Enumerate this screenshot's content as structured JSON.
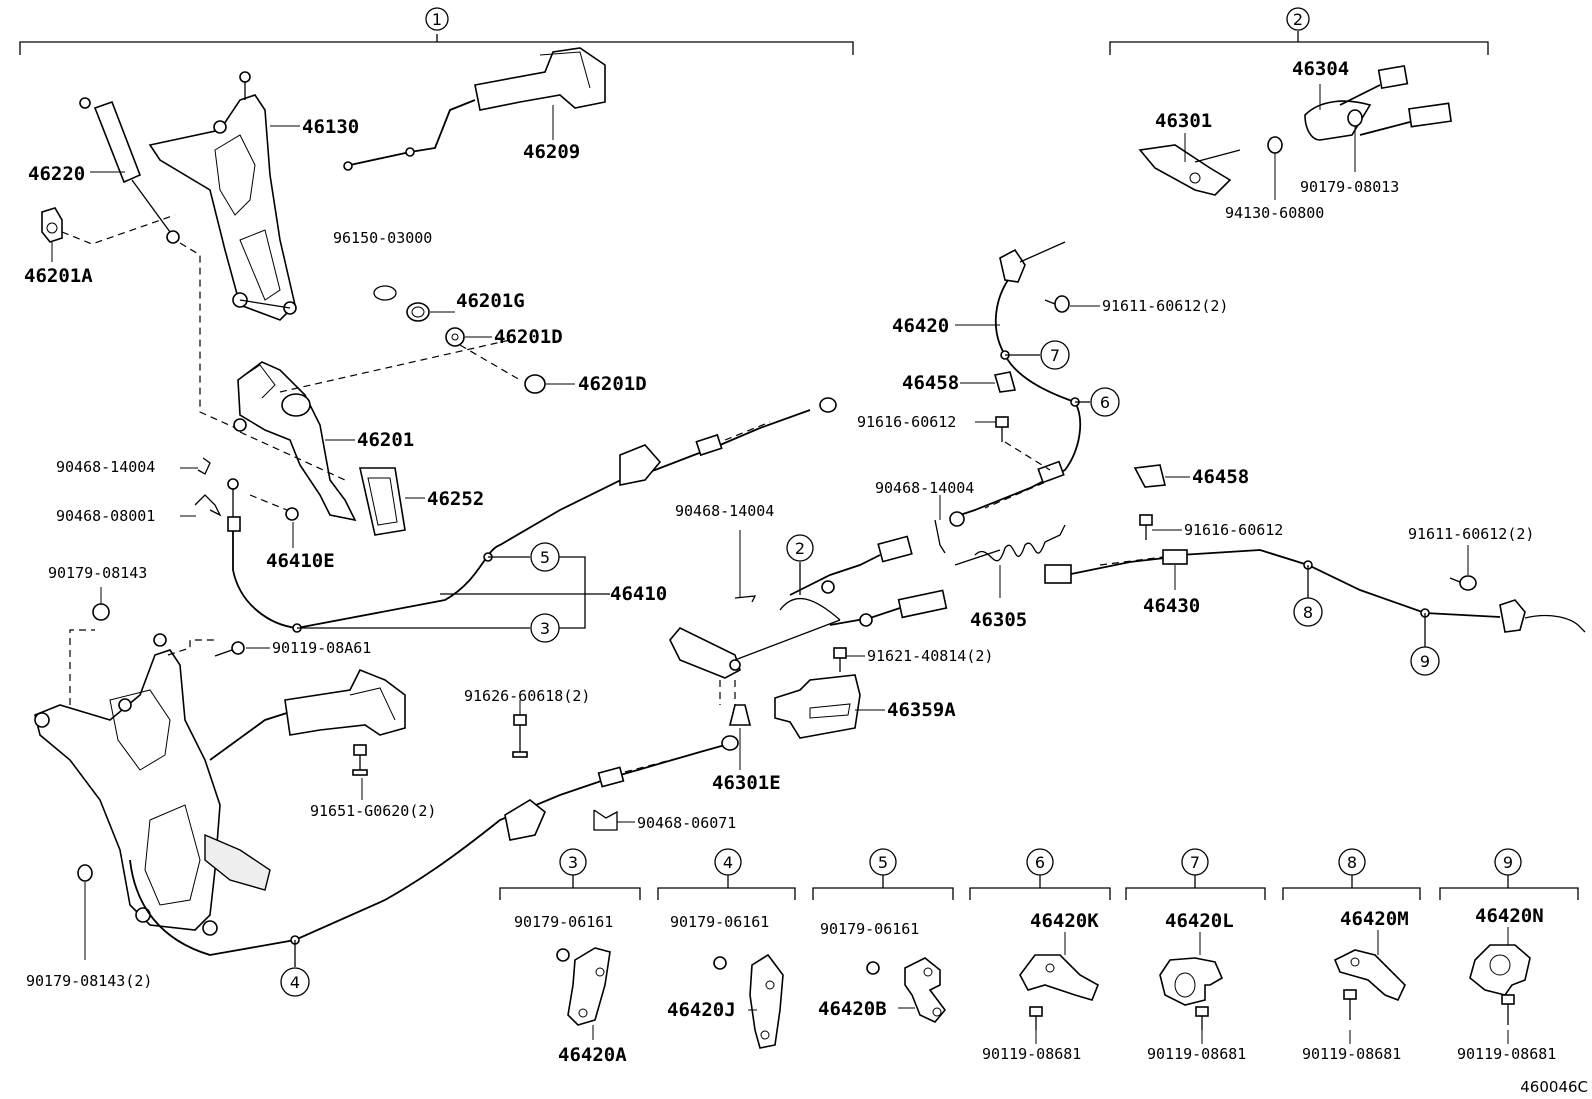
{
  "groups": {
    "g1": "1",
    "g2": "2"
  },
  "circle_refs": {
    "c2": "2",
    "c3": "3",
    "c4": "4",
    "c5": "5",
    "c6": "6",
    "c7": "7",
    "c8": "8",
    "c9": "9"
  },
  "labels": {
    "p46130": "46130",
    "p46209": "46209",
    "p46220": "46220",
    "p46201A": "46201A",
    "p96150": "96150-03000",
    "p46201G": "46201G",
    "p46201D_1": "46201D",
    "p46201D_2": "46201D",
    "p46201": "46201",
    "p46252": "46252",
    "p90468_14004_a": "90468-14004",
    "p90468_08001": "90468-08001",
    "p46410E": "46410E",
    "p90179_08143": "90179-08143",
    "p46410": "46410",
    "p90119_08A61": "90119-08A61",
    "p91651": "91651-G0620(2)",
    "p90179_08143_2": "90179-08143(2)",
    "p91626": "91626-60618(2)",
    "p90468_14004_b": "90468-14004",
    "p46301E": "46301E",
    "p90468_06071": "90468-06071",
    "p46359A": "46359A",
    "p91621": "91621-40814(2)",
    "p46304": "46304",
    "p46301": "46301",
    "p90179_08013": "90179-08013",
    "p94130": "94130-60800",
    "p46420": "46420",
    "p91611_a": "91611-60612(2)",
    "p46458_a": "46458",
    "p91616_a": "91616-60612",
    "p90468_14004_c": "90468-14004",
    "p46305": "46305",
    "p46458_b": "46458",
    "p91616_b": "91616-60612",
    "p46430": "46430",
    "p91611_b": "91611-60612(2)"
  },
  "detail_boxes": [
    {
      "num": "3",
      "screw": "90179-06161",
      "part": "46420A"
    },
    {
      "num": "4",
      "screw": "90179-06161",
      "part": "46420J"
    },
    {
      "num": "5",
      "screw": "90179-06161",
      "part": "46420B"
    },
    {
      "num": "6",
      "part": "46420K",
      "screw": "90119-08681"
    },
    {
      "num": "7",
      "part": "46420L",
      "screw": "90119-08681"
    },
    {
      "num": "8",
      "part": "46420M",
      "screw": "90119-08681"
    },
    {
      "num": "9",
      "part": "46420N",
      "screw": "90119-08681"
    }
  ],
  "diagram_code": "460046C"
}
